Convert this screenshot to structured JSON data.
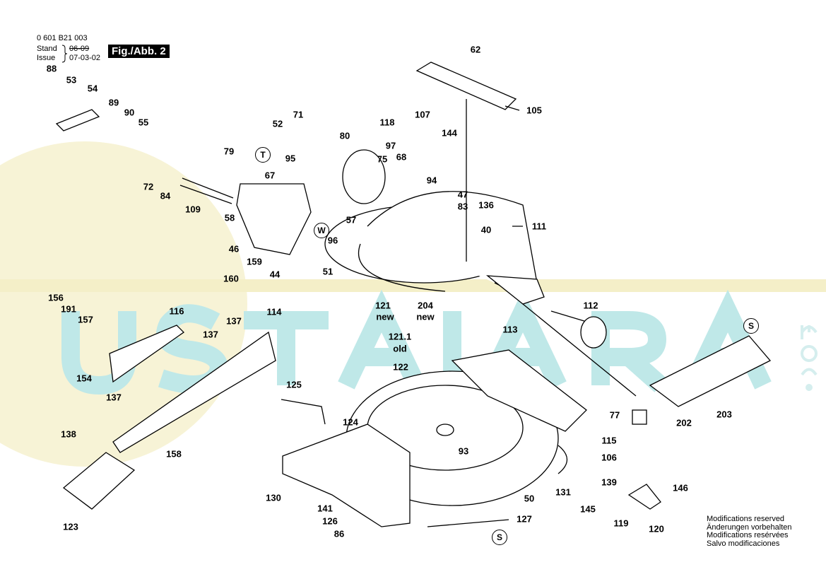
{
  "header": {
    "part_number": "0 601 B21 003",
    "stand_label": "Stand",
    "issue_label": "Issue",
    "old_date": "06-09",
    "date": "07-03-02",
    "figure": "Fig./Abb. 2"
  },
  "watermark": {
    "text": "USTAIARA",
    ".com": ".com",
    "color": "#b9e6e6"
  },
  "labels": [
    "62",
    "105",
    "118",
    "107",
    "144",
    "80",
    "97",
    "75",
    "68",
    "94",
    "47",
    "83",
    "136",
    "40",
    "111",
    "71",
    "52",
    "95",
    "79",
    "67",
    "58",
    "46",
    "159",
    "160",
    "44",
    "96",
    "51",
    "57",
    "88",
    "53",
    "54",
    "89",
    "90",
    "55",
    "72",
    "84",
    "109",
    "121",
    "new",
    "204",
    "new",
    "113",
    "112",
    "156",
    "191",
    "157",
    "154",
    "116",
    "137",
    "137",
    "114",
    "137",
    "138",
    "158",
    "123",
    "125",
    "124",
    "121.1",
    "old",
    "122",
    "93",
    "131",
    "50",
    "127",
    "130",
    "141",
    "126",
    "86",
    "77",
    "115",
    "106",
    "139",
    "145",
    "119",
    "120",
    "146",
    "202",
    "203"
  ],
  "markers": [
    "T",
    "W",
    "S",
    "S"
  ],
  "notes": [
    "Modifications reserved",
    "Änderungen vorbehalten",
    "Modifications resérvées",
    "Salvo modificaciones"
  ]
}
